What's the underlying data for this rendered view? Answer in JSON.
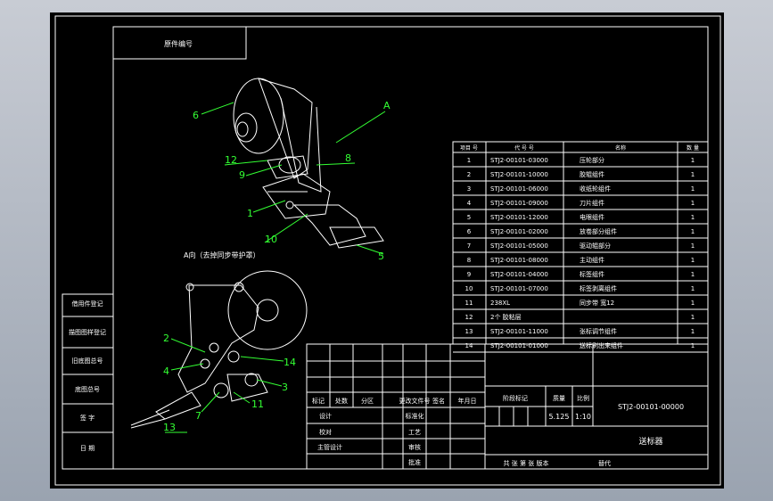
{
  "drawing": {
    "top_left_label": "原件编号",
    "view_label": "A向（去掉同步带护罩）",
    "arrow_label": "A",
    "callouts_top": [
      "6",
      "12",
      "9",
      "8",
      "1",
      "10",
      "5"
    ],
    "callouts_bottom": [
      "2",
      "4",
      "14",
      "3",
      "7",
      "11",
      "13"
    ],
    "side_labels": [
      "借用件登记",
      "描图图样登记",
      "旧底图总号",
      "底图总号",
      "签 字",
      "日 期"
    ]
  },
  "bom": {
    "headers": [
      "项目 号",
      "代 号 号",
      "名称",
      "数 量"
    ],
    "rows": [
      {
        "no": "1",
        "code": "STJ2-00101-03000",
        "name": "压轮部分",
        "qty": "1"
      },
      {
        "no": "2",
        "code": "STJ2-00101-10000",
        "name": "胶辊组件",
        "qty": "1"
      },
      {
        "no": "3",
        "code": "STJ2-00101-06000",
        "name": "收纸轮组件",
        "qty": "1"
      },
      {
        "no": "4",
        "code": "STJ2-00101-09000",
        "name": "刀片组件",
        "qty": "1"
      },
      {
        "no": "5",
        "code": "STJ2-00101-12000",
        "name": "电眼组件",
        "qty": "1"
      },
      {
        "no": "6",
        "code": "STJ2-00101-02000",
        "name": "放卷部分组件",
        "qty": "1"
      },
      {
        "no": "7",
        "code": "STJ2-00101-05000",
        "name": "驱动辊部分",
        "qty": "1"
      },
      {
        "no": "8",
        "code": "STJ2-00101-08000",
        "name": "主动组件",
        "qty": "1"
      },
      {
        "no": "9",
        "code": "STJ2-00101-04000",
        "name": "标签组件",
        "qty": "1"
      },
      {
        "no": "10",
        "code": "STJ2-00101-07000",
        "name": "标签剥离组件",
        "qty": "1"
      },
      {
        "no": "11",
        "code": "238XL",
        "name": "同步带 宽12",
        "qty": "1"
      },
      {
        "no": "12",
        "code": "2个 胶粘层",
        "name": "",
        "qty": "1"
      },
      {
        "no": "13",
        "code": "STJ2-00101-11000",
        "name": "张标调节组件",
        "qty": "1"
      },
      {
        "no": "14",
        "code": "STJ2-00101-01000",
        "name": "送标刷出来组件",
        "qty": "1"
      }
    ]
  },
  "title_block": {
    "row_labels": [
      "标记",
      "处数",
      "分区",
      "更改文件号",
      "签名",
      "年月日"
    ],
    "design": "设计",
    "std": "标准化",
    "check": "校对",
    "process": "工艺",
    "chief": "主管设计",
    "review": "审核",
    "approve": "批准",
    "stage_label": "阶段标记",
    "weight_label": "质量",
    "scale_label": "比例",
    "weight": "5.125",
    "scale": "1:10",
    "drawing_no": "STJ2-00101-00000",
    "drawing_name": "送标器",
    "sheet_info": "共 张  第 张   版本",
    "replace": "替代"
  }
}
